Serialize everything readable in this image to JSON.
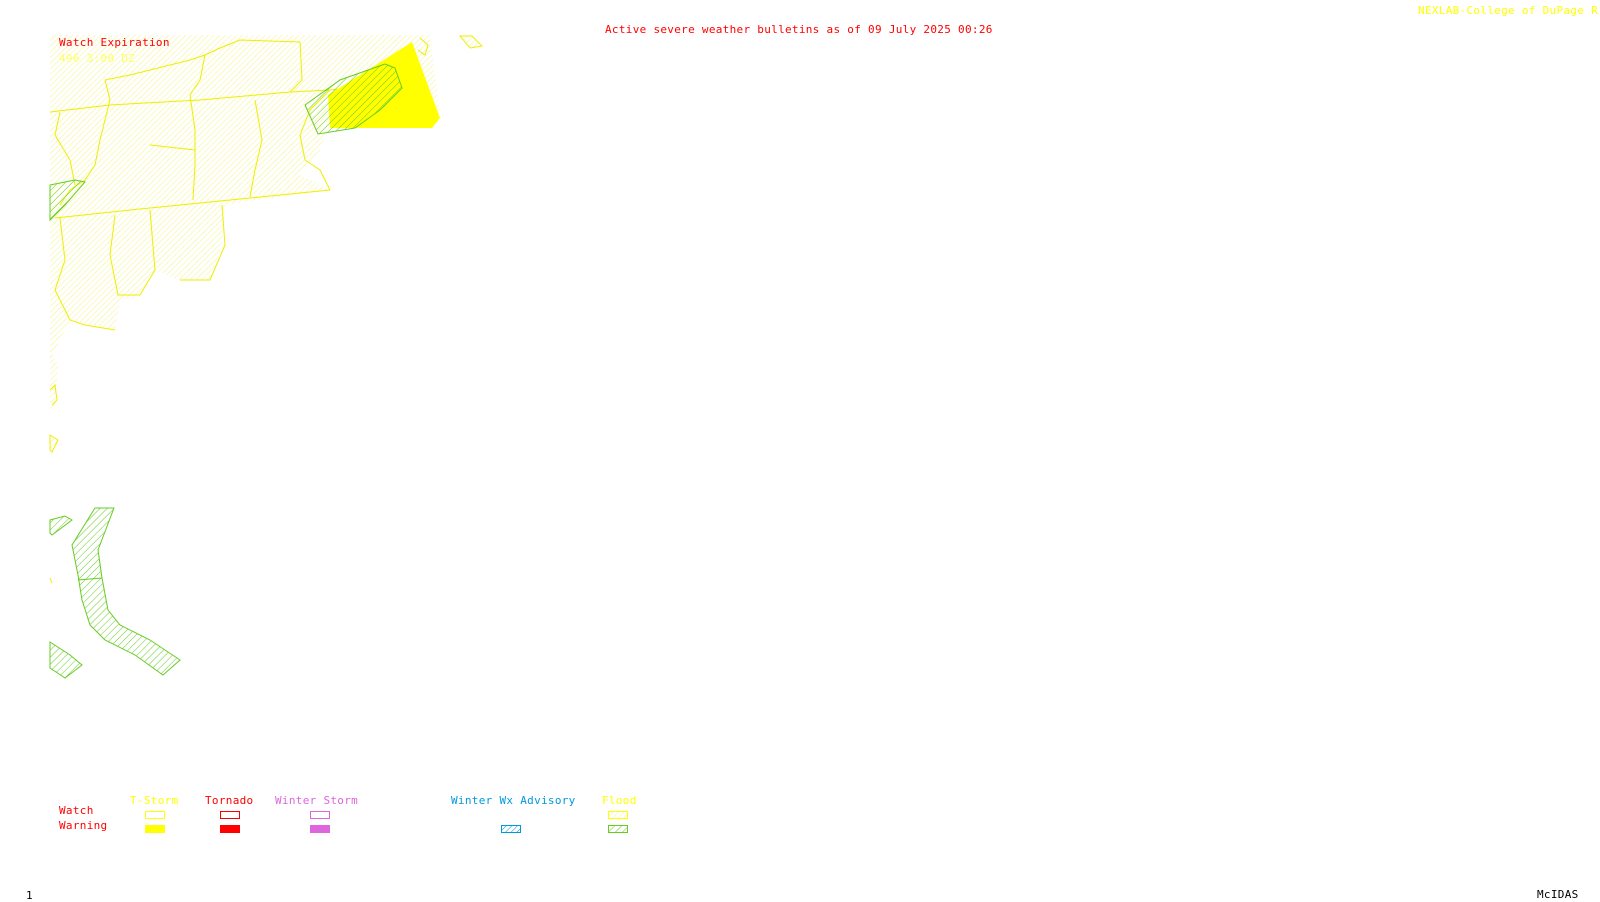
{
  "header": {
    "credit": "NEXLAB-College of DuPage R",
    "bulletin_title": "Active severe weather bulletins as of 09 July 2025 00:26"
  },
  "watch_expiration": {
    "label": "Watch Expiration",
    "entries": [
      "496    3:00 DZ"
    ]
  },
  "legend": {
    "row_watch": "Watch",
    "row_warning": "Warning",
    "categories": [
      {
        "name": "T-Storm",
        "color": "#ffff00",
        "watch_style": "outline",
        "warning_style": "solid"
      },
      {
        "name": "Tornado",
        "color": "#ff0000",
        "watch_style": "outline",
        "warning_style": "solid"
      },
      {
        "name": "Winter Storm",
        "color": "#dd66dd",
        "watch_style": "outline",
        "warning_style": "solid"
      },
      {
        "name": "Winter Wx Advisory",
        "color": "#0099dd",
        "watch_style": "none",
        "warning_style": "hatched"
      },
      {
        "name": "Flood",
        "color": "#ffff00",
        "watch_style": "hatched",
        "warning_style": "hatched",
        "warning_color": "#66cc22"
      }
    ]
  },
  "footer": {
    "frame_number": "1",
    "software": "McIDAS"
  },
  "colors": {
    "map_lines": "#eeee00",
    "watch_hatch": "#ffff66",
    "tstorm_warning_fill": "#ffff00",
    "flood_warning": "#66cc22",
    "title_red": "#ff0000"
  }
}
